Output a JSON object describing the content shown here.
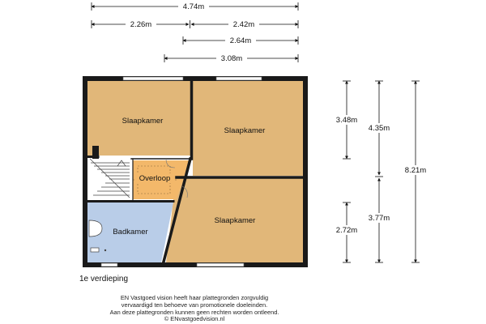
{
  "dimensions": {
    "top_total": "4.74m",
    "top_left": "2.26m",
    "top_right": "2.42m",
    "top_mid": "2.64m",
    "top_low": "3.08m",
    "right_upper": "3.48m",
    "right_mid_upper": "4.35m",
    "right_total": "8.21m",
    "right_mid_lower": "3.77m",
    "right_lower": "2.72m"
  },
  "rooms": {
    "slaapkamer_1": "Slaapkamer",
    "slaapkamer_2": "Slaapkamer",
    "overloop": "Overloop",
    "badkamer": "Badkamer",
    "slaapkamer_3": "Slaapkamer"
  },
  "floor_label": "1e verdieping",
  "disclaimer": {
    "line1": "EN Vastgoed vision heeft haar plattegronden zorgvuldig",
    "line2": "vervaardigd ten behoeve van promotionele doeleinden.",
    "line3": "Aan deze plattegronden kunnen geen rechten worden ontleend.",
    "line4": "© ENvastgoedvision.nl"
  },
  "colors": {
    "bedroom": "#e1b779",
    "landing": "#f3b86a",
    "bathroom": "#b9cde8",
    "wall": "#1a1a1a"
  }
}
